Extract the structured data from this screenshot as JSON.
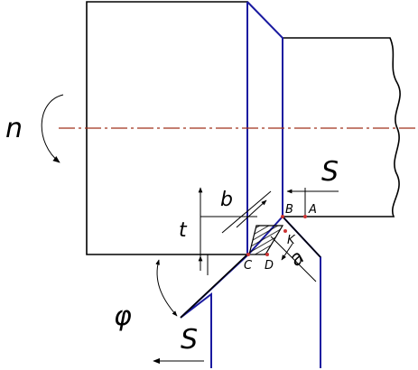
{
  "labels": {
    "rotation": "n",
    "feed_right": "S",
    "feed_bottom": "S",
    "angle": "φ",
    "depth": "t",
    "width": "b",
    "thickness": "a",
    "point_a": "A",
    "point_b": "B",
    "point_c": "C",
    "point_d": "D",
    "point_k": "K"
  },
  "colors": {
    "outline": "#000000",
    "tool": "#1a1aa0",
    "axis": "#a0301a",
    "points": "#cc3333"
  }
}
